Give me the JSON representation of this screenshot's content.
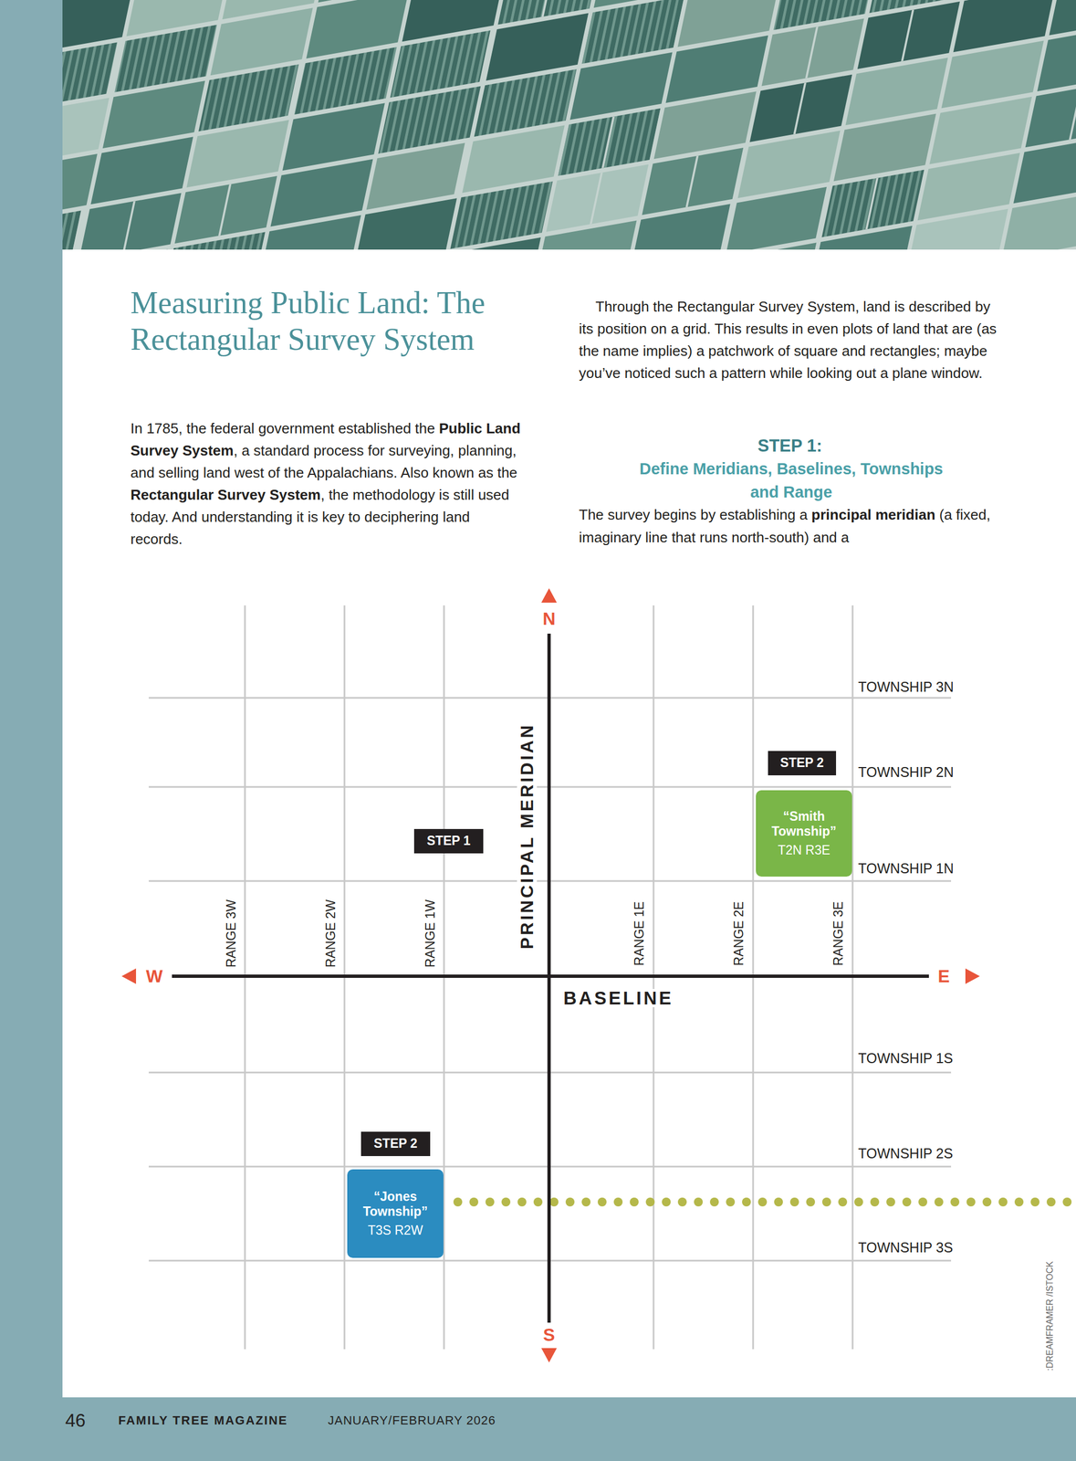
{
  "diagram": {
    "title": "Measuring Public Land: The Rectangular Survey System",
    "nodes": [
      {
        "text": [
          "STEP 2"
        ]
      },
      {
        "text": [
          "“Smith Township”",
          "T2N R3E"
        ]
      },
      {
        "text": [
          "STEP 1"
        ]
      },
      {
        "text": [
          "STEP 2"
        ]
      },
      {
        "text": [
          "“Jones Township”",
          "T3S R2W"
        ]
      }
    ],
    "labels": [
      "In 1785, the federal government established the",
      "Public Land Survey System",
      ", a standard process for surveying, planning, and selling land west of the Appalachians. Also known as the",
      "Rectangular Survey System",
      ", the methodology is still used today. And understanding it is key to deciphering land records.",
      "Through the Rectangular Survey System, land is described by its position on a grid. This results in even plots of land that are (as the name implies) a patchwork of square and rectangles; maybe you’ve noticed such a pattern while looking out a plane window.",
      "STEP 1:",
      "Define Meridians, Baselines, Townships and Range",
      "The survey begins by establishing a",
      "principal meridian",
      "(a fixed, imaginary line that runs north-south) and a",
      "N",
      "S",
      "W",
      "E",
      "PRINCIPAL MERIDIAN",
      "BASELINE",
      "RANGE 3W",
      "RANGE 2W",
      "RANGE 1W",
      "RANGE 1E",
      "RANGE 2E",
      "RANGE 3E",
      "TOWNSHIP 3N",
      "TOWNSHIP 2N",
      "TOWNSHIP 1N",
      "TOWNSHIP 1S",
      "TOWNSHIP 2S",
      "TOWNSHIP 3S",
      ":DREAMFRAMER /ISTOCK",
      "46",
      "FAMILY TREE MAGAZINE",
      "JANUARY/FEBRUARY 2026"
    ]
  }
}
